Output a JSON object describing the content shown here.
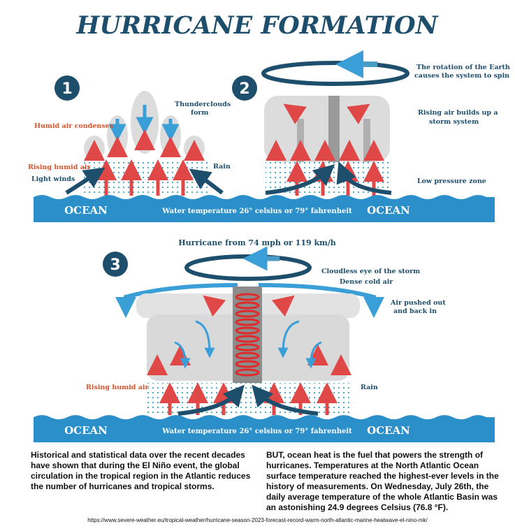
{
  "title": "HURRICANE FORMATION",
  "colors": {
    "dark_blue": "#1d4e6b",
    "ocean": "#2b8fca",
    "label_red": "#d9532c",
    "arrow_red": "#e04848",
    "cloud": "#d9d9d9"
  },
  "panel1": {
    "number": "1",
    "labels": {
      "humid_air_condenses": "Humid air condenses",
      "thunderclouds_1": "Thunderclouds",
      "thunderclouds_2": "form",
      "rising_humid_air": "Rising humid air",
      "rain": "Rain",
      "light_winds": "Light winds"
    }
  },
  "panel2": {
    "number": "2",
    "labels": {
      "rotation_1": "The rotation of the Earth",
      "rotation_2": "causes the system to spin",
      "rising_air_1": "Rising air builds up a",
      "rising_air_2": "storm system",
      "low_pressure": "Low pressure zone"
    }
  },
  "ocean_top": {
    "left": "OCEAN",
    "right": "OCEAN",
    "water_temp": "Water temperature 26° celsius or 79° fahrenheit"
  },
  "panel3": {
    "number": "3",
    "heading": "Hurricane from 74 mph or 119 km/h",
    "labels": {
      "cloudless_eye": "Cloudless eye of the storm",
      "dense_cold_air": "Dense cold air",
      "air_pushed_1": "Air pushed out",
      "air_pushed_2": "and back in",
      "rising_humid_air": "Rising humid air",
      "rain": "Rain"
    }
  },
  "ocean_bottom": {
    "left": "OCEAN",
    "right": "OCEAN",
    "water_temp": "Water temperature 26° celsius or 79° fahrenheit"
  },
  "text_left": "Historical and statistical data over the recent decades have shown that during the El Niño event, the global circulation in the tropical region in the Atlantic reduces the number of hurricanes and tropical storms.",
  "text_right": "BUT, ocean heat is the fuel that powers the strength of hurricanes. Temperatures at the North Atlantic Ocean surface temperature reached the highest-ever levels in the history of measurements. On Wednesday, July 26th, the daily average temperature of the whole Atlantic Basin was an astonishing 24.9 degrees Celsius (76.8 °F).",
  "source_url": "https://www.severe-weather.eu/tropical-weather/hurricane-season-2023-forecast-record-warm-north-atlantic-marine-heatwave-el-nino-mk/"
}
